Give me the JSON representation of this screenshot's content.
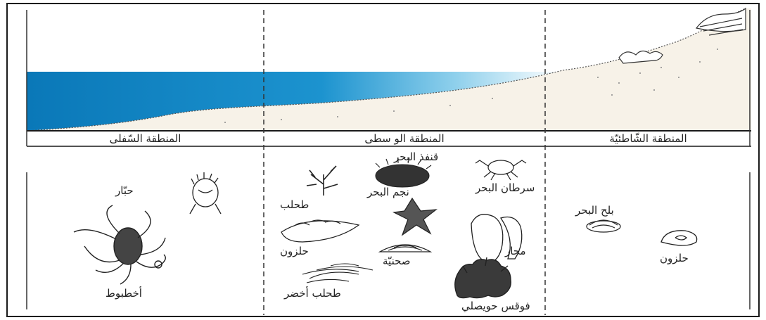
{
  "zones": {
    "lower": "المنطقة السّفلى",
    "middle": "المنطقة الو سطى",
    "shore": "المنطقة الشّاطئيّة"
  },
  "organisms": {
    "barnacle": "حبّار",
    "octopus": "أخطبوط",
    "sea_urchin": "قنفذ البحر",
    "crab": "سرطان البحر",
    "algae": "طحلب",
    "starfish": "نجم البحر",
    "sea_mussel": "بلح البحر",
    "mussel": "محار",
    "snail_middle": "حلزون",
    "limpet": "صحنيّة",
    "snail_shore": "حلزون",
    "green_algae": "طحلب أخضر",
    "fucus": "فوقس حويصلي"
  },
  "colors": {
    "sea_deep": "#0a7fc0",
    "sea_light": "#cfeaf6",
    "sand": "#f7f2e8",
    "line": "#1a1a1a"
  }
}
